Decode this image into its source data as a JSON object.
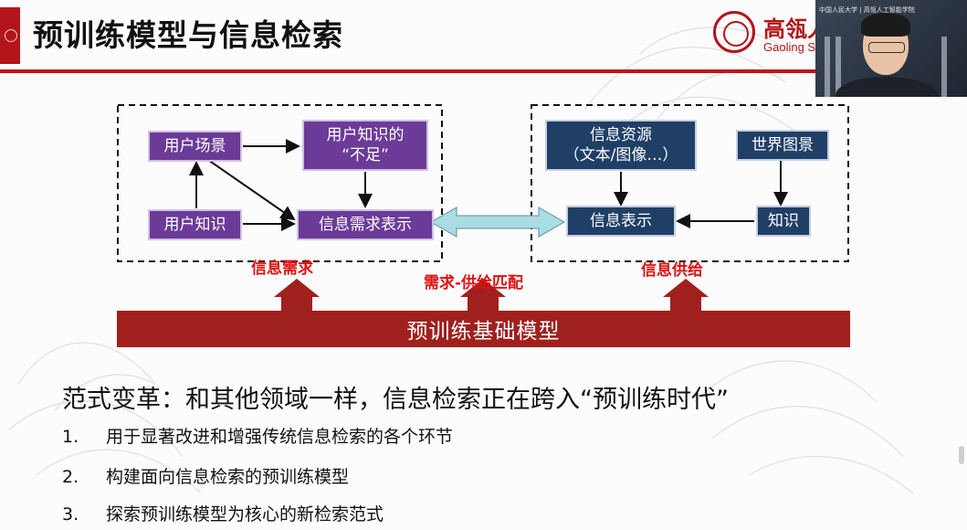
{
  "slide": {
    "title": "预训练模型与信息检索",
    "logo": {
      "name_cn": "高瓴人",
      "name_en": "Gaoling Sc"
    },
    "video_overlay": {
      "sign_text": "中国人民大学 | 高瓴人工智能学院"
    }
  },
  "diagram": {
    "need_group": {
      "label": "信息需求",
      "boxes": {
        "user_scene": "用户场景",
        "knowledge_gap_line1": "用户知识的",
        "knowledge_gap_line2": "“不足”",
        "user_knowledge": "用户知识",
        "need_representation": "信息需求表示"
      }
    },
    "supply_group": {
      "label": "信息供给",
      "boxes": {
        "resources_line1": "信息资源",
        "resources_line2": "（文本/图像…）",
        "world_graph": "世界图景",
        "info_representation": "信息表示",
        "knowledge": "知识"
      }
    },
    "matching_label": "需求-供给匹配",
    "foundation_label": "预训练基础模型"
  },
  "content": {
    "headline": "范式变革：和其他领域一样，信息检索正在跨入“预训练时代”",
    "items": [
      {
        "num": "1.",
        "text": "用于显著改进和增强传统信息检索的各个环节"
      },
      {
        "num": "2.",
        "text": "构建面向信息检索的预训练模型"
      },
      {
        "num": "3.",
        "text": "探索预训练模型为核心的新检索范式"
      }
    ]
  },
  "colors": {
    "brand_red": "#c0141a",
    "need_box": "#6b3b97",
    "supply_box": "#1f3f66",
    "foundation": "#a0201e",
    "match_arrow": "#a9dde3",
    "label_red": "#e01010"
  }
}
